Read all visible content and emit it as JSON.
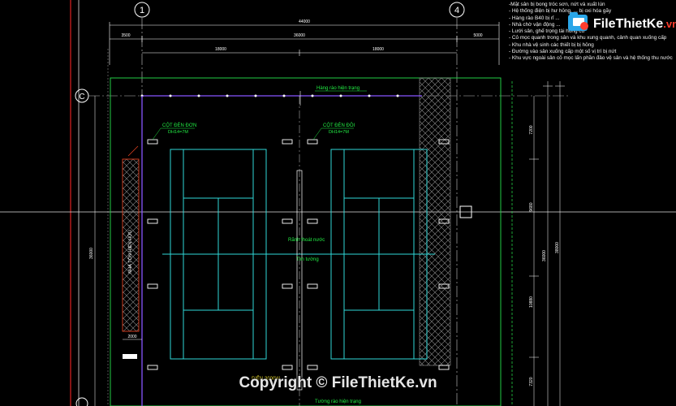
{
  "grid": {
    "axis_1": "1",
    "axis_4": "4",
    "axis_c": "C"
  },
  "dimensions": {
    "overall_width": "44000",
    "left_margin": "3500",
    "middle_width": "36000",
    "right_margin": "5000",
    "half_left": "18000",
    "half_right": "18000",
    "left_depth": "36000",
    "right_total": "38000",
    "right_depth": "36000",
    "right_top": "7200",
    "right_mid": "9680",
    "right_lower": "10880",
    "right_bottom": "7320",
    "pier_width": "2000"
  },
  "labels": {
    "fence_top": "Hàng rào hiện trạng",
    "single_pole": "CỘT ĐÈN ĐƠN",
    "single_pole_sub": "DH14=7M",
    "double_pole": "CỘT ĐÈN ĐÔI",
    "double_pole_sub": "DH14=7M",
    "existing_house": "NHÀ TÔN HIỆN HỮU",
    "drain": "Rãnh thoát nước",
    "center_line": "Tim tường",
    "power": "ĐIỆN 3000W",
    "fence_bottom": "Tường rào hiện trạng"
  },
  "notes": [
    "-Mặt sân bị bong tróc sơn, nứt và xuất lún",
    "- Hệ thống điện bị hư hỏng, ... bị oxi hóa gãy",
    "- Hàng rào B40 bị rỉ ...",
    "- Nhà chờ vận động ...",
    "- Lưới sân, ghế trọng tài hỏng cũ",
    "- Cỏ mọc quanh trong sân và khu xung quanh, cảnh quan xuống cấp",
    "- Khu nhà vệ sinh các thiết bị bị hỏng",
    "- Đường vào sân xuống cấp một số vị trí bị nứt",
    "- Khu vực ngoài sân cỏ mọc lấn phần đảo vệ sân và hệ thống thu nước"
  ],
  "logo": {
    "brand": "FileThietKe",
    "domain": ".vn"
  },
  "watermark": {
    "text": "Copyright © FileThietKe.vn"
  },
  "colors": {
    "outline_green": "#22cc44",
    "court_cyan": "#30d8d8",
    "fence_purple": "#8855ff",
    "dimension_white": "#ffffff",
    "house_red": "#e04020",
    "logo_red": "#ff3d2e",
    "axis_red": "#dd2222"
  }
}
